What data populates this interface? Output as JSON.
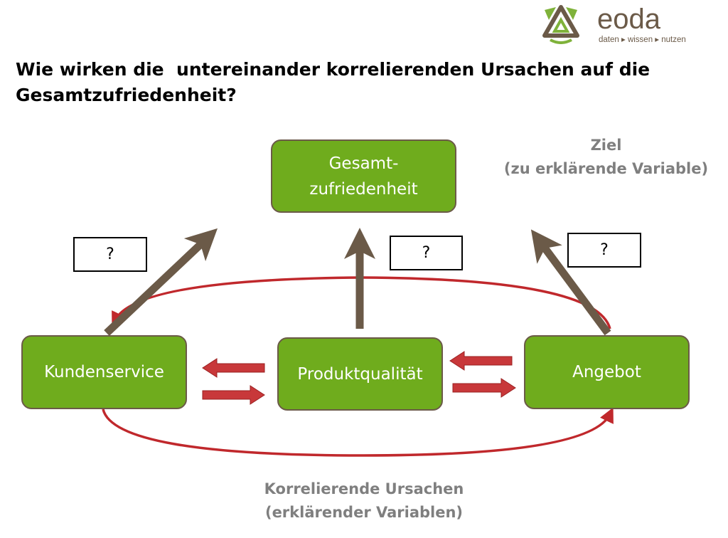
{
  "logo": {
    "name": "eoda",
    "tagline": "daten ▸ wissen ▸ nutzen"
  },
  "title": {
    "line1": "Wie wirken die  untereinander korrelierenden Ursachen auf die",
    "line2": "Gesamtzufriedenheit?"
  },
  "target_note": {
    "line1": "Ziel",
    "line2": "(zu erklärende Variable)"
  },
  "cause_note": {
    "line1": "Korrelierende Ursachen",
    "line2": "(erklärender Variablen)"
  },
  "nodes": {
    "target": {
      "line1": "Gesamt-",
      "line2": "zufriedenheit"
    },
    "kundenservice": "Kundenservice",
    "produktqualitaet": "Produktqualität",
    "angebot": "Angebot"
  },
  "questions": [
    "?",
    "?",
    "?"
  ],
  "colors": {
    "box": "#6fac1d",
    "border": "#6b5a48",
    "arrow": "#6b5a48",
    "red": "#c0282c",
    "note": "#7f7f7f"
  }
}
